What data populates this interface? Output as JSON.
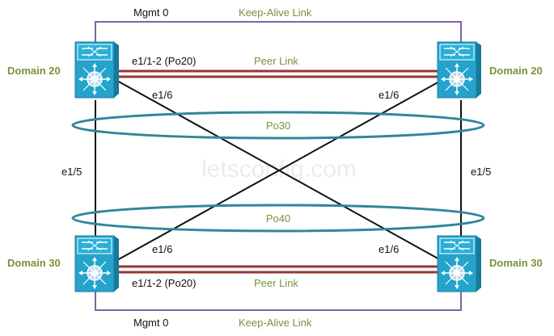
{
  "watermark": "letsconfig.com",
  "colors": {
    "keepalive": "#8064a2",
    "peer_link": "#953735",
    "portchannel": "#31869b",
    "label_green": "#77933c",
    "switch_fill": "#1f9dc4"
  },
  "top": {
    "mgmt": "Mgmt 0",
    "keepalive": "Keep-Alive Link",
    "left_domain": "Domain 20",
    "right_domain": "Domain 20",
    "peer_ports": "e1/1-2 (Po20)",
    "peer_link": "Peer Link",
    "left_cross_port": "e1/6",
    "right_cross_port": "e1/6",
    "portchannel": "Po30"
  },
  "middle": {
    "left_vertical_port": "e1/5",
    "right_vertical_port": "e1/5"
  },
  "bottom": {
    "mgmt": "Mgmt 0",
    "keepalive": "Keep-Alive Link",
    "left_domain": "Domain 30",
    "right_domain": "Domain 30",
    "peer_ports": "e1/1-2 (Po20)",
    "peer_link": "Peer Link",
    "left_cross_port": "e1/6",
    "right_cross_port": "e1/6",
    "portchannel": "Po40"
  },
  "icons": {
    "switch": "nexus-switch-icon"
  }
}
